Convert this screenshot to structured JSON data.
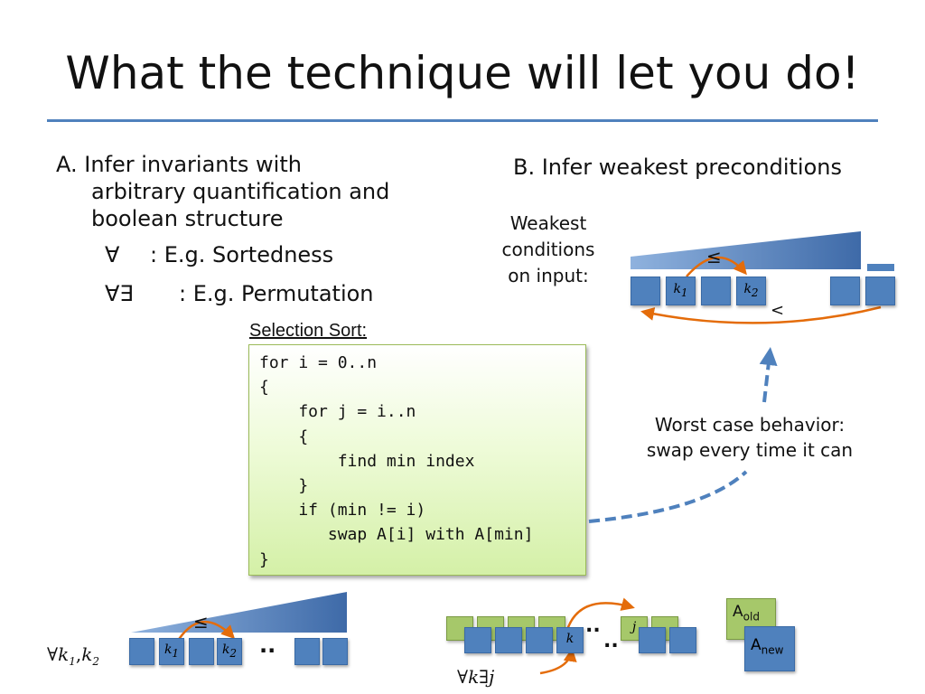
{
  "title": "What the technique will let you do!",
  "section_a": {
    "heading_line1": "A. Infer invariants with",
    "heading_line2": "arbitrary quantification and",
    "heading_line3": "boolean structure",
    "item1_symbol": "∀",
    "item1_text": ": E.g. Sortedness",
    "item2_symbol": "∀∃",
    "item2_text": ": E.g. Permutation"
  },
  "section_b": {
    "heading": "B. Infer weakest preconditions",
    "weakest_line1": "Weakest",
    "weakest_line2": "conditions",
    "weakest_line3": "on input:",
    "worst_line1": "Worst case behavior:",
    "worst_line2": "swap every time it can",
    "le_symbol": "≤",
    "lt_symbol": "<",
    "k1_label": "k",
    "k1_sub": "1",
    "k2_label": "k",
    "k2_sub": "2"
  },
  "code": {
    "label": "Selection Sort:",
    "text": "for i = 0..n\n{\n    for j = i..n\n    {\n        find min index\n    }\n    if (min != i)\n       swap A[i] with A[min]\n}"
  },
  "bottom_left": {
    "quant_symbol": "∀",
    "quant_var1": "k",
    "quant_sub1": "1",
    "quant_sep": ",",
    "quant_var2": "k",
    "quant_sub2": "2",
    "le_symbol": "≤",
    "k1_label": "k",
    "k1_sub": "1",
    "k2_label": "k",
    "k2_sub": "2",
    "dots": ".."
  },
  "bottom_mid": {
    "quant_symbol": "∀",
    "quant_k": "k",
    "quant_exists": "∃",
    "quant_j": "j",
    "k_label": "k",
    "j_label": "j",
    "dots1": "..",
    "dots2": ".."
  },
  "arrays": {
    "old_label": "A",
    "old_sub": "old",
    "new_label": "A",
    "new_sub": "new"
  },
  "colors": {
    "accent_blue": "#4f81bd",
    "arrow_orange": "#e46c0a",
    "code_green": "#d4f0a7",
    "green_box": "#a6c86a"
  }
}
